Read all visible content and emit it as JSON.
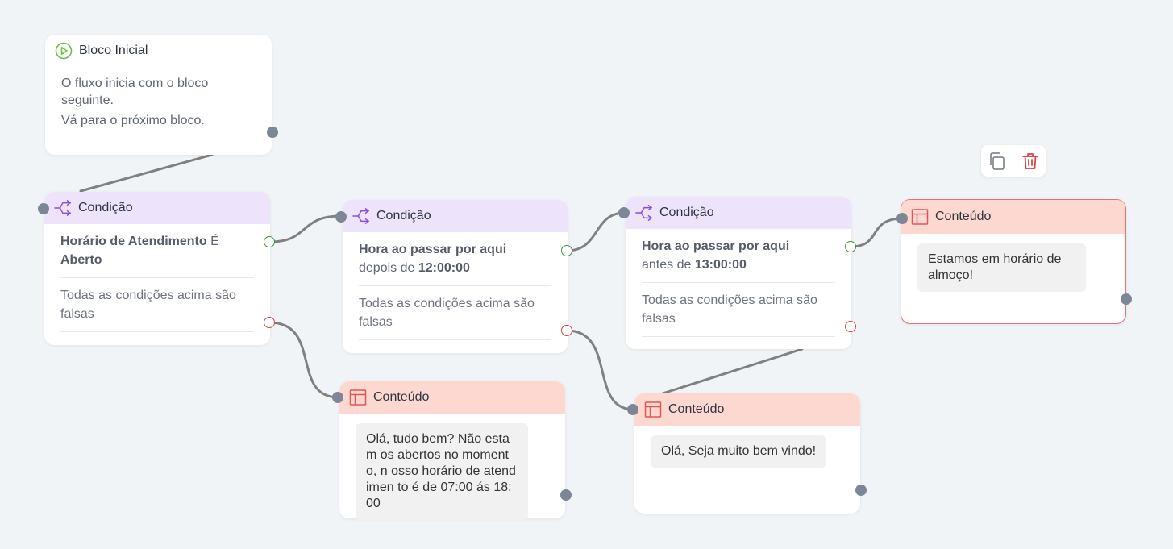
{
  "colors": {
    "canvas": "#f1f4f7",
    "condition_header": "#ede4fb",
    "content_header": "#fdd8d0",
    "condition_icon": "#8a4fd8",
    "content_icon": "#e05555",
    "start_icon": "#6cc04a",
    "edge": "#808080",
    "port_true": "#3a9a3a",
    "port_false": "#e04444",
    "port_dot": "#7d8694"
  },
  "start_block": {
    "icon": "play-circle-icon",
    "title": "Bloco Inicial",
    "line1": "O fluxo inicia com o bloco seguinte.",
    "line2": "Vá para o próximo bloco."
  },
  "condition_1": {
    "icon": "split-arrow-icon",
    "title": "Condição",
    "field": "Horário de Atendimento",
    "operator": "É",
    "value": "Aberto",
    "else_label": "Todas as condições acima são falsas"
  },
  "condition_2": {
    "icon": "split-arrow-icon",
    "title": "Condição",
    "field": "Hora ao passar por aqui",
    "operator": "depois de",
    "value": "12:00:00",
    "else_label": "Todas as condições acima são falsas"
  },
  "condition_3": {
    "icon": "split-arrow-icon",
    "title": "Condição",
    "field": "Hora ao passar por aqui",
    "operator": "antes de",
    "value": "13:00:00",
    "else_label": "Todas as condições acima são falsas"
  },
  "content_1": {
    "icon": "layout-icon",
    "title": "Conteúdo",
    "message": "Olá, tudo bem? Não estam os abertos no momento, n osso horário de atendimen to é de 07:00 ás 18:00"
  },
  "content_2": {
    "icon": "layout-icon",
    "title": "Conteúdo",
    "message": "Olá, Seja muito bem vindo!"
  },
  "content_3": {
    "icon": "layout-icon",
    "title": "Conteúdo",
    "message": "Estamos em horário de almoço!"
  },
  "toolbar": {
    "copy_icon": "copy-icon",
    "delete_icon": "trash-icon"
  }
}
